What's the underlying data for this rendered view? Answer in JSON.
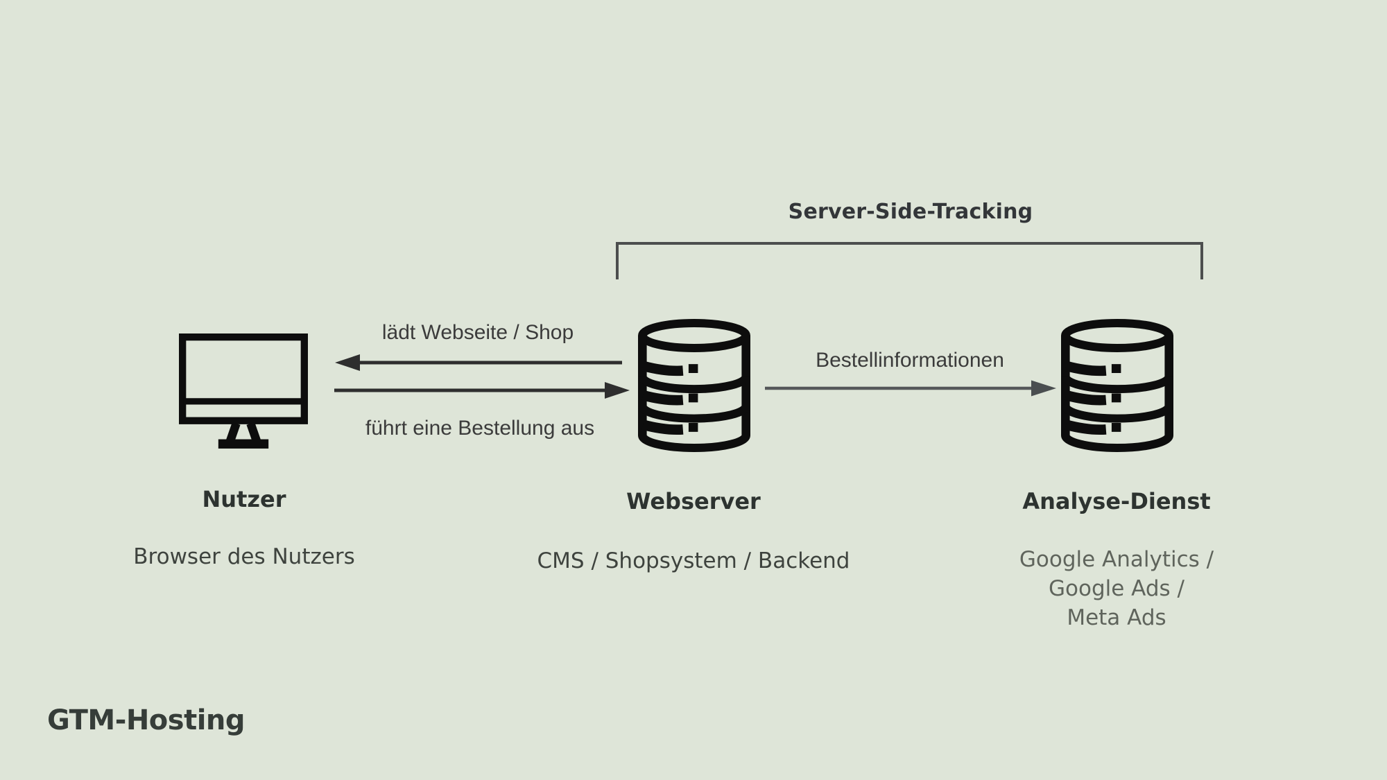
{
  "colors": {
    "background": "#dee5d8",
    "icon_ink": "#0d0d0d",
    "bracket": "#4c4e4e",
    "arrow_dark": "#2e2e2e",
    "arrow_gray": "#55585a",
    "heading_text": "#2d3330",
    "edge_label_text": "#3b3b3b",
    "muted_text": "#5f645c"
  },
  "tracking_group": {
    "title": "Server-Side-Tracking"
  },
  "nodes": [
    {
      "id": "nutzer",
      "icon": "monitor",
      "label": "Nutzer",
      "sublabel_lines": [
        "Browser des Nutzers"
      ]
    },
    {
      "id": "webserver",
      "icon": "database",
      "label": "Webserver",
      "sublabel_lines": [
        "CMS / Shopsystem / Backend"
      ]
    },
    {
      "id": "analyse-dienst",
      "icon": "database",
      "label": "Analyse-Dienst",
      "sublabel_lines": [
        "Google Analytics / Google Ads /",
        "Meta Ads"
      ]
    }
  ],
  "edges": [
    {
      "from": "webserver",
      "to": "nutzer",
      "direction": "left",
      "label": "lädt Webseite / Shop"
    },
    {
      "from": "nutzer",
      "to": "webserver",
      "direction": "right",
      "label": "führt eine Bestellung aus"
    },
    {
      "from": "webserver",
      "to": "analyse-dienst",
      "direction": "right",
      "label": "Bestellinformationen"
    }
  ],
  "branding": {
    "logo_text": "GTM-Hosting"
  }
}
